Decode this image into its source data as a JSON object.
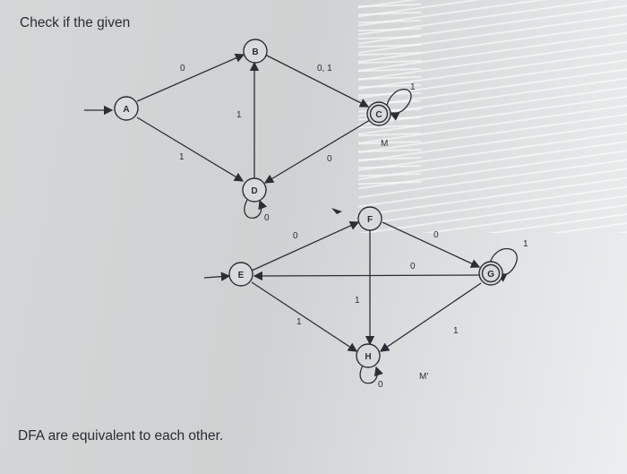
{
  "heading": "Check if the given",
  "footer": "DFA are equivalent to each other.",
  "dfa1": {
    "states": {
      "A": "A",
      "B": "B",
      "C": "C",
      "D": "D"
    },
    "name": "M",
    "edges": {
      "a_b": "0",
      "a_d": "1",
      "b_c": "0, 1",
      "d_b": "1",
      "c_d": "0",
      "c_self": "1",
      "d_self": "0"
    }
  },
  "dfa2": {
    "states": {
      "E": "E",
      "F": "F",
      "G": "G",
      "H": "H"
    },
    "name": "M'",
    "edges": {
      "e_f": "0",
      "e_h": "1",
      "f_g": "0",
      "g_e": "0",
      "f_h": "1",
      "g_h": "1",
      "g_self": "1",
      "h_self": "0"
    }
  }
}
